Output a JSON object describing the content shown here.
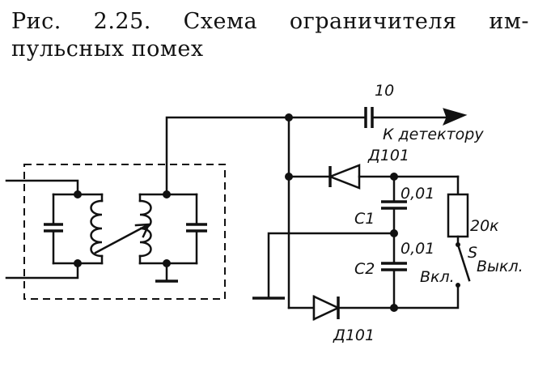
{
  "caption": {
    "line1_parts": [
      "Рис.",
      "2.25.",
      "Схема",
      "ограничителя",
      "им-"
    ],
    "line2": "пульсных помех"
  },
  "labels": {
    "cap_top": "10",
    "detector": "К детектору",
    "diode_top": "Д101",
    "cap_c1_value": "0,01",
    "c1": "C1",
    "resistor": "20к",
    "switch": "S",
    "off": "Выкл.",
    "cap_c2_value": "0,01",
    "c2": "C2",
    "on": "Вкл.",
    "diode_bottom": "Д101"
  }
}
